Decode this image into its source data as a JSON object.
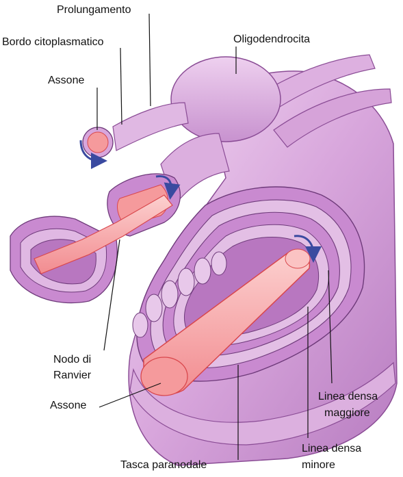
{
  "labels": {
    "prolungamento": "Prolungamento",
    "bordo_citoplasmatico": "Bordo citoplasmatico",
    "oligodendrocita": "Oligodendrocita",
    "assone_top": "Assone",
    "nodo_di_ranvier_line1": "Nodo di",
    "nodo_di_ranvier_line2": "Ranvier",
    "assone_bottom": "Assone",
    "linea_densa_maggiore_line1": "Linea densa",
    "linea_densa_maggiore_line2": "maggiore",
    "linea_densa_minore_line1": "Linea densa",
    "linea_densa_minore_line2": "minore",
    "tasca_paranodale": "Tasca paranodale"
  },
  "colors": {
    "membrane_light": "#e9c6ea",
    "membrane_mid": "#c98ad0",
    "membrane_dark": "#9a55a5",
    "membrane_outline": "#6e3a7a",
    "axon_fill": "#f59a9c",
    "axon_light": "#fbc3c3",
    "axon_edge": "#d9474c",
    "arrow": "#3a4aa0"
  }
}
